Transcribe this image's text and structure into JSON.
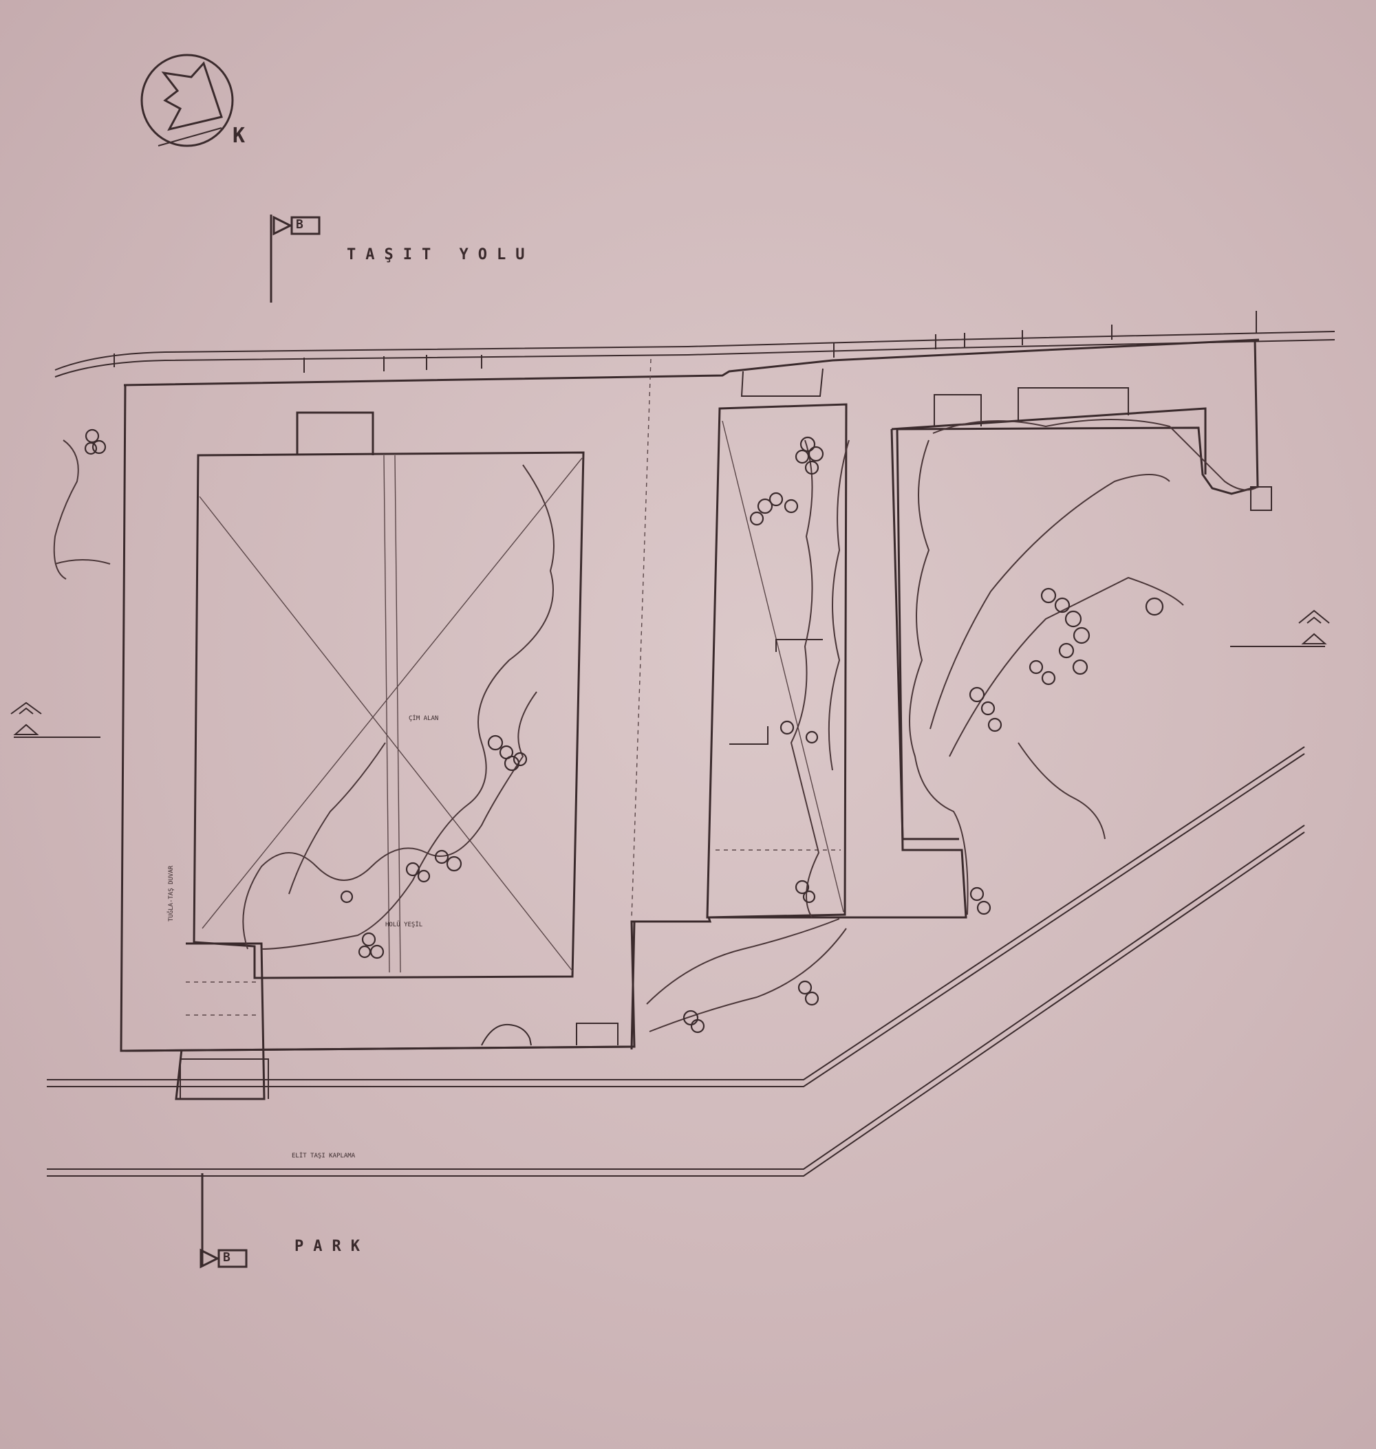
{
  "labels": {
    "road_top": "TAŞIT YOLU",
    "park": "PARK",
    "north_letter": "K",
    "section_marker": "B",
    "road_bottom_small": "ELİT TAŞI KAPLAMA",
    "courtyard_small": "HOLÜ YEŞİL",
    "wall_small": "TUĞLA-TAŞ DUVAR",
    "center_small": "ÇİM ALAN"
  },
  "colors": {
    "paper": "#cfb9bb",
    "ink": "#3a2a2c"
  }
}
